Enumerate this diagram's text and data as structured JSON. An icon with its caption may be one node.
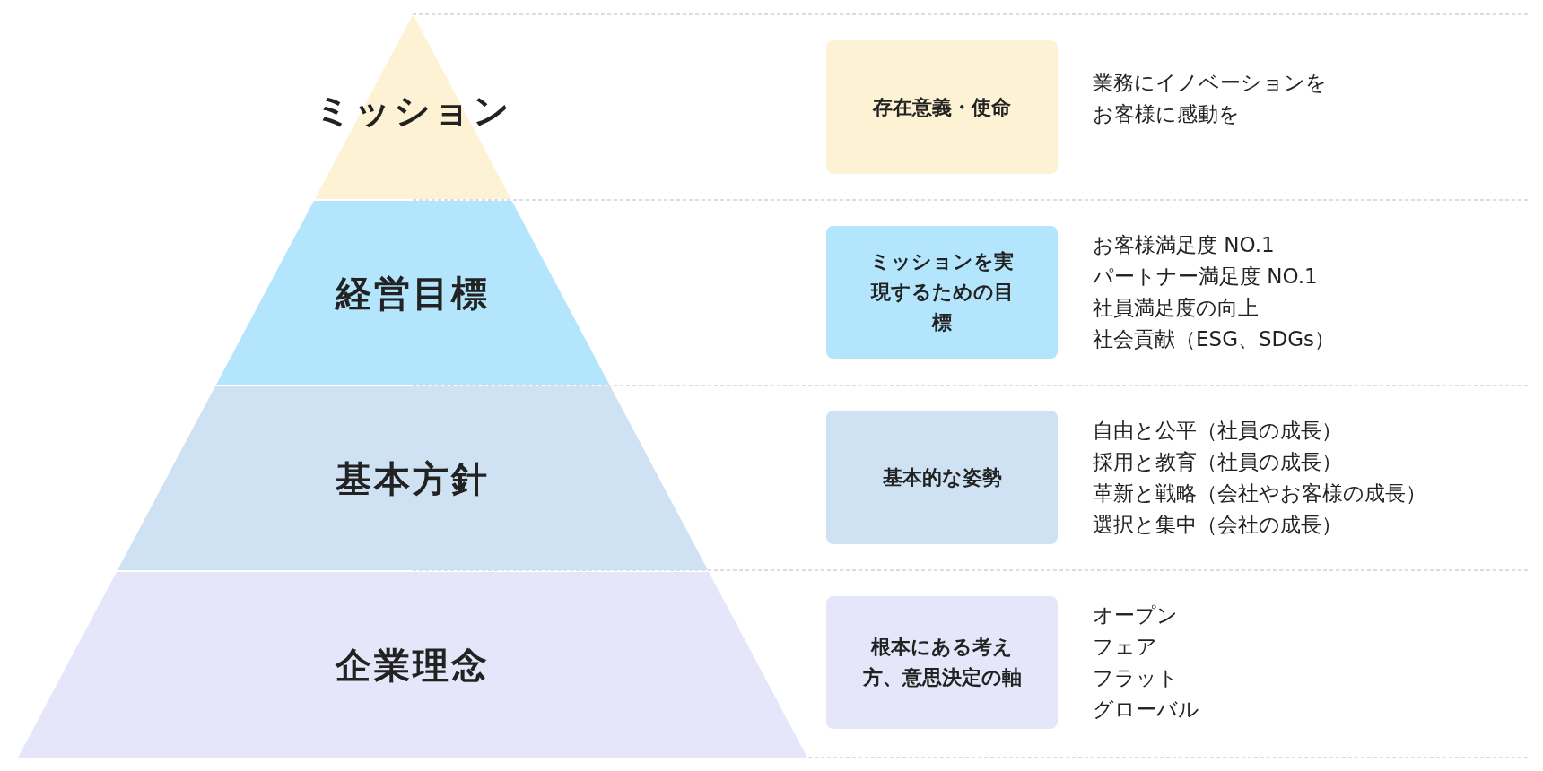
{
  "diagram": {
    "nodes": [
      {
        "text": [
          "ミッション"
        ]
      },
      {
        "text": [
          "経営目標"
        ]
      },
      {
        "text": [
          "基本方針"
        ]
      },
      {
        "text": [
          "企業理念"
        ]
      },
      {
        "text": [
          "存在意義・使命"
        ],
        "beside": [
          "業務にイノベーションを",
          "お客様に感動を"
        ]
      },
      {
        "text": [
          "ミッションを実現するための目標"
        ],
        "beside": [
          "お客様満足度 NO.1",
          "パートナー満足度 NO.1",
          "社員満足度の向上",
          "社会貢献（ESG、SDGs）"
        ]
      },
      {
        "text": [
          "基本的な姿勢"
        ],
        "beside": [
          "自由と公平（社員の成長）",
          "採用と教育（社員の成長）",
          "革新と戦略（会社やお客様の成長）",
          "選択と集中（会社の成長）"
        ]
      },
      {
        "text": [
          "根本にある考え方、意思決定の軸"
        ],
        "beside": [
          "オープン",
          "フェア",
          "フラット",
          "グローバル"
        ]
      }
    ],
    "edges": []
  }
}
